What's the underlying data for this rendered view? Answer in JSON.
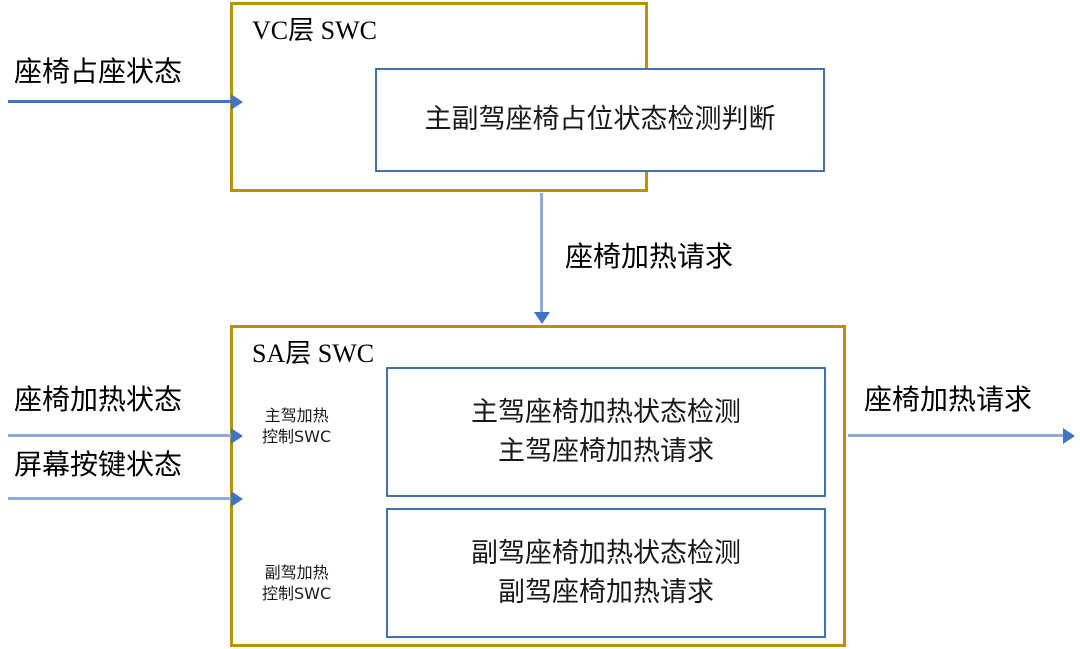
{
  "diagram": {
    "title_vc": "VC层 SWC",
    "title_sa": "SA层 SWC",
    "colors": {
      "outer_border": "#BF9000",
      "inner_border": "#4472A8",
      "arrow_line": "#8FAADC",
      "arrow_head": "#4472C4",
      "background": "#FFFFFF",
      "text": "#000000"
    },
    "vc_layer": {
      "label": "VC层 SWC",
      "blocks": [
        {
          "lines": [
            "主副驾座椅占位状态检测判断"
          ]
        }
      ]
    },
    "sa_layer": {
      "label": "SA层 SWC",
      "sub_components": [
        {
          "lines": [
            "主驾加热",
            "控制SWC"
          ]
        },
        {
          "lines": [
            "副驾加热",
            "控制SWC"
          ]
        }
      ],
      "blocks": [
        {
          "lines": [
            "主驾座椅加热状态检测",
            "主驾座椅加热请求"
          ]
        },
        {
          "lines": [
            "副驾座椅加热状态检测",
            "副驾座椅加热请求"
          ]
        }
      ]
    },
    "signals": {
      "seat_occupancy": "座椅占座状态",
      "seat_heat_state": "座椅加热状态",
      "screen_key_state": "屏幕按键状态",
      "seat_heat_request_mid": "座椅加热请求",
      "seat_heat_request_out": "座椅加热请求"
    },
    "arrows": [
      {
        "name": "seat-occupancy-arrow",
        "direction": "right",
        "label": "座椅占座状态"
      },
      {
        "name": "seat-heat-state-arrow",
        "direction": "right",
        "label": "座椅加热状态"
      },
      {
        "name": "screen-key-state-arrow",
        "direction": "right",
        "label": "屏幕按键状态"
      },
      {
        "name": "vc-to-sa-arrow",
        "direction": "down",
        "label": "座椅加热请求"
      },
      {
        "name": "sa-output-arrow",
        "direction": "right",
        "label": "座椅加热请求"
      }
    ]
  }
}
